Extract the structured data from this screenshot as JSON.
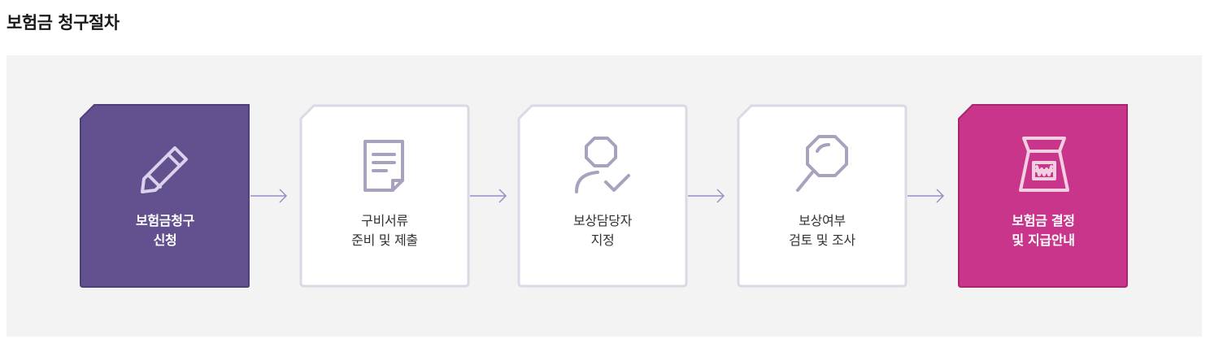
{
  "title": "보험금 청구절차",
  "colors": {
    "purple": "#63518f",
    "purple_border": "#4f3f7b",
    "magenta": "#c8358a",
    "magenta_border": "#a9266f",
    "light_border": "#dcd9e6",
    "icon_gray": "#a9a1be",
    "arrow": "#9a8cc6"
  },
  "steps": [
    {
      "line1": "보험금청구",
      "line2": "신청",
      "icon": "pencil-icon"
    },
    {
      "line1": "구비서류",
      "line2": "준비 및 제출",
      "icon": "document-icon"
    },
    {
      "line1": "보상담당자",
      "line2": "지정",
      "icon": "person-check-icon"
    },
    {
      "line1": "보상여부",
      "line2": "검토 및 조사",
      "icon": "magnifier-icon"
    },
    {
      "line1": "보험금 결정",
      "line2": "및 지급안내",
      "icon": "money-bag-icon"
    }
  ]
}
